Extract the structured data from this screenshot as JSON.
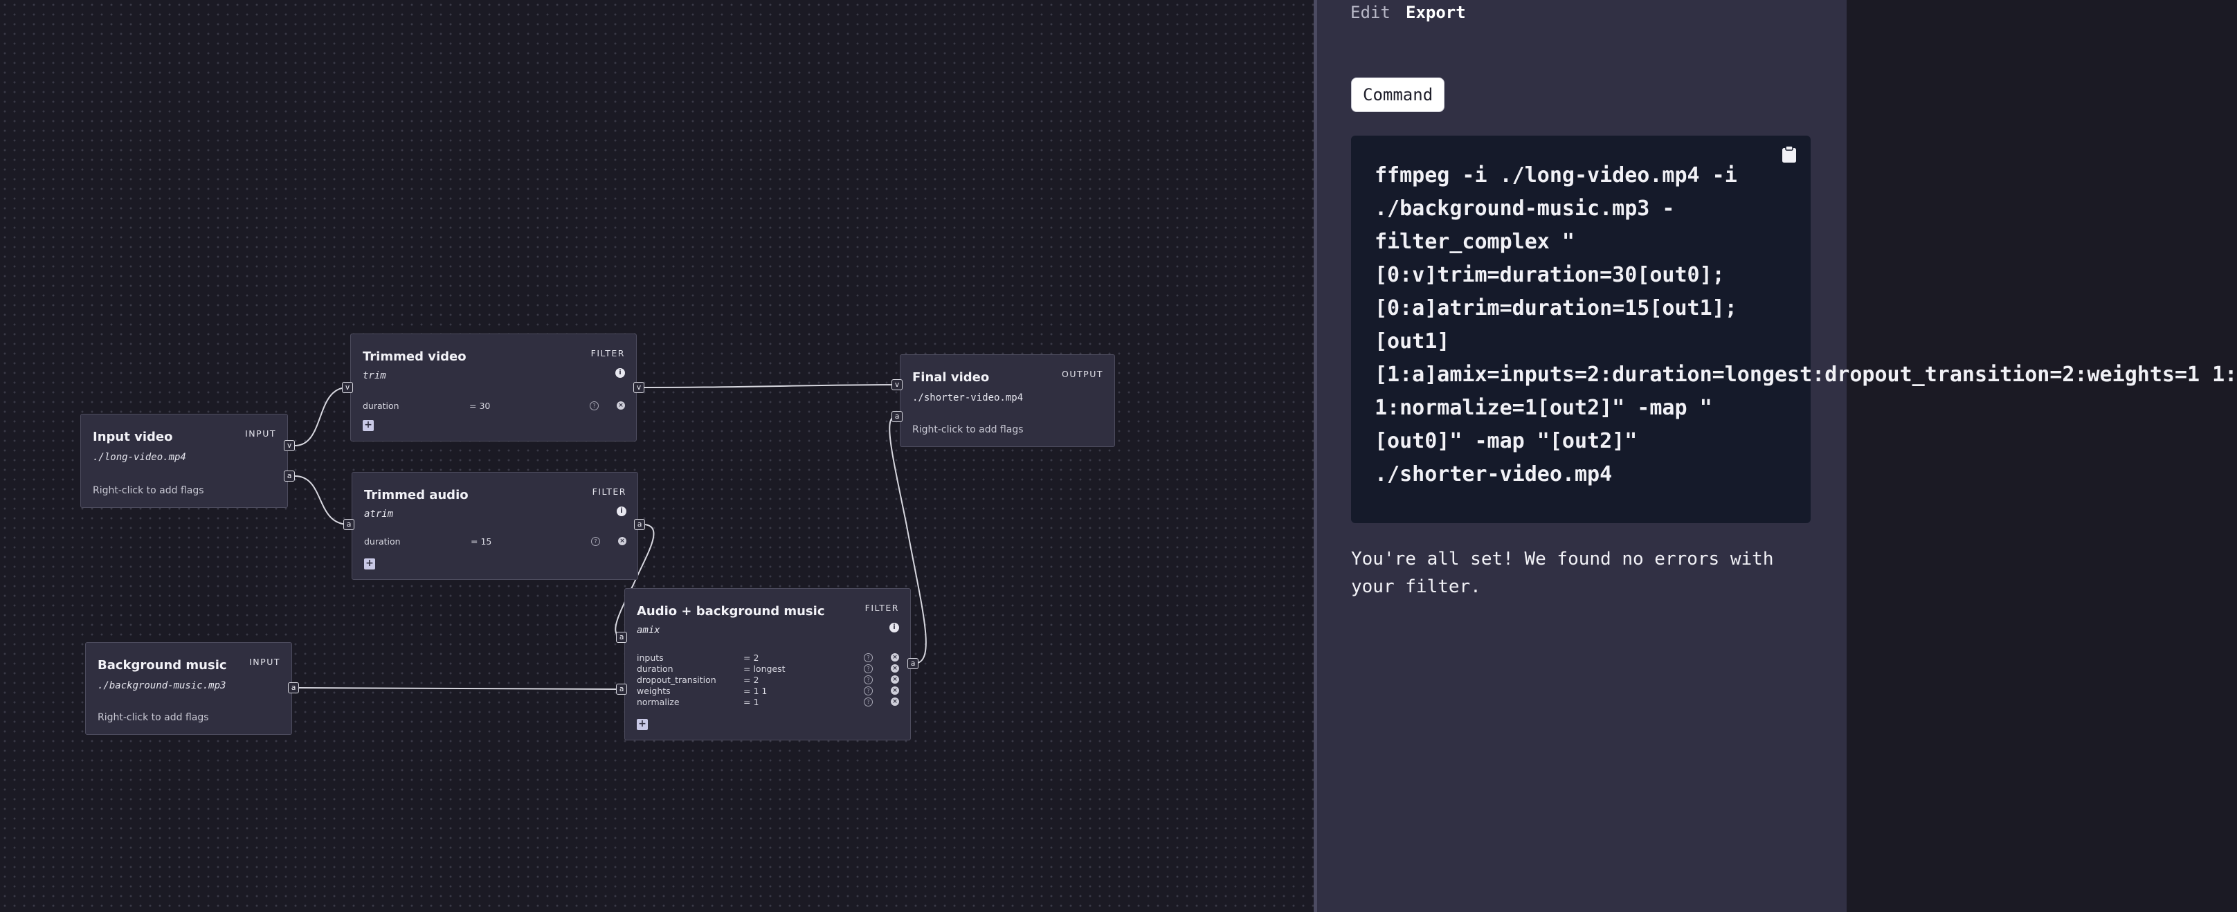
{
  "graph": {
    "nodes": {
      "input_video": {
        "title": "Input video",
        "kind": "INPUT",
        "subtitle": "./long-video.mp4",
        "hint": "Right-click to add flags"
      },
      "trimmed_video": {
        "title": "Trimmed video",
        "kind": "FILTER",
        "subtitle": "trim",
        "params": [
          {
            "name": "duration",
            "value": "= 30"
          }
        ]
      },
      "trimmed_audio": {
        "title": "Trimmed audio",
        "kind": "FILTER",
        "subtitle": "atrim",
        "params": [
          {
            "name": "duration",
            "value": "= 15"
          }
        ]
      },
      "final_video": {
        "title": "Final video",
        "kind": "OUTPUT",
        "subtitle": "./shorter-video.mp4",
        "hint": "Right-click to add flags"
      },
      "background_music": {
        "title": "Background music",
        "kind": "INPUT",
        "subtitle": "./background-music.mp3",
        "hint": "Right-click to add flags"
      },
      "mix": {
        "title": "Audio + background music",
        "kind": "FILTER",
        "subtitle": "amix",
        "params": [
          {
            "name": "inputs",
            "value": "= 2"
          },
          {
            "name": "duration",
            "value": "= longest"
          },
          {
            "name": "dropout_transition",
            "value": "= 2"
          },
          {
            "name": "weights",
            "value": "= 1 1"
          },
          {
            "name": "normalize",
            "value": "= 1"
          }
        ]
      }
    },
    "ports": {
      "video": "v",
      "audio": "a"
    },
    "icons": {
      "info": "info-icon",
      "help": "help-icon",
      "remove": "remove-icon",
      "add": "plus-icon"
    }
  },
  "panel": {
    "tabs": {
      "edit": "Edit",
      "export": "Export"
    },
    "command_label": "Command",
    "command_lines": [
      "ffmpeg -i ./long-video.mp4 -i",
      "./background-music.mp3 -",
      "filter_complex \"",
      "[0:v]trim=duration=30[out0];",
      "[0:a]atrim=duration=15[out1];",
      "[out1]",
      "[1:a]amix=inputs=2:duration=longest:dropout_transition=2:weights=1 1:",
      "1:normalize=1[out2]\" -map \"",
      "[out0]\" -map \"[out2]\"",
      "./shorter-video.mp4"
    ],
    "status": "You're all set! We found no errors with your filter.",
    "copy_icon": "clipboard-icon"
  },
  "colors": {
    "canvas": "#1b1a24",
    "panel": "#313044",
    "node": "#302f40",
    "code_bg": "#151a2a",
    "edge": "#d7d7df"
  }
}
